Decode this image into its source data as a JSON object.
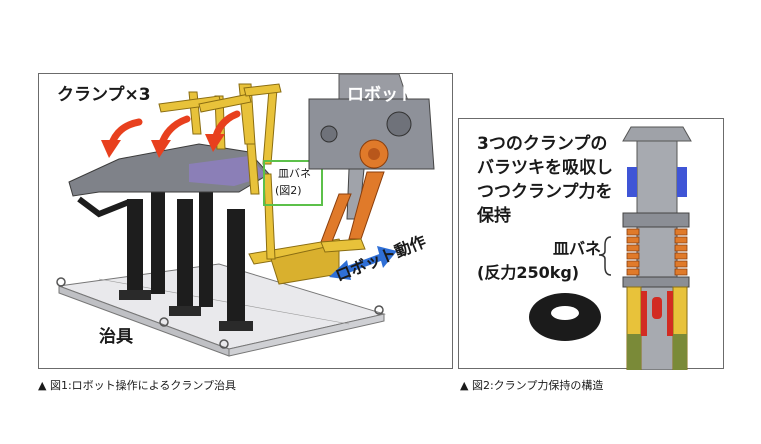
{
  "figure1": {
    "label_clamp": "クランプ×3",
    "label_robot": "ロボット",
    "label_spring": "皿バネ",
    "label_spring_ref": "(図2)",
    "label_robot_motion": "ロボット動作",
    "label_jig": "治具",
    "caption": "▲ 図1:ロボット操作によるクランプ治具"
  },
  "figure2": {
    "text_line1": "3つのクランプの",
    "text_line2": "バラツキを吸収し",
    "text_line3": "つつクランプ力を",
    "text_line4": "保持",
    "label_spring": "皿バネ",
    "label_force": "(反力250kg)",
    "caption": "▲ 図2:クランプ力保持の構造"
  },
  "colors": {
    "arrow_red": "#e8401e",
    "arrow_blue": "#2f6fd6",
    "clamp_yellow": "#e8c23a",
    "spring_orange": "#e07a2a",
    "highlight_green": "#5cc04a",
    "bolt_blue": "#3f55d6"
  }
}
